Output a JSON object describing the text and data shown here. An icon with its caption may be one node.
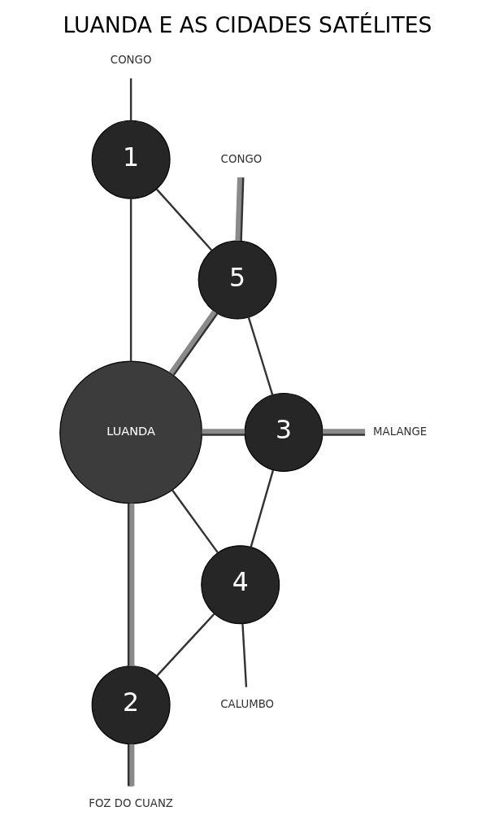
{
  "diagram": {
    "title": "LUANDA E AS CIDADES SATÉLITES",
    "nodes": [
      {
        "text": [
          "CONGO"
        ]
      },
      {
        "text": [
          "1"
        ]
      },
      {
        "text": [
          "CONGO"
        ]
      },
      {
        "text": [
          "5"
        ]
      },
      {
        "text": [
          "LUANDA"
        ]
      },
      {
        "text": [
          "3"
        ]
      },
      {
        "text": [
          "MALANGE"
        ]
      },
      {
        "text": [
          "4"
        ]
      },
      {
        "text": [
          "2"
        ]
      },
      {
        "text": [
          "CALUMBO"
        ]
      },
      {
        "text": [
          "FOZ DO CUANZ"
        ]
      }
    ],
    "edges": [
      {
        "from": 0,
        "to": 1,
        "arrow": "none"
      },
      {
        "from": 1,
        "to": 4,
        "arrow": "none"
      },
      {
        "from": 1,
        "to": 3,
        "arrow": "none"
      },
      {
        "from": 3,
        "to": 2,
        "arrow": "none",
        "style": "thick"
      },
      {
        "from": 4,
        "to": 3,
        "arrow": "none",
        "style": "thick"
      },
      {
        "from": 3,
        "to": 5,
        "arrow": "none"
      },
      {
        "from": 4,
        "to": 5,
        "arrow": "none",
        "style": "thick"
      },
      {
        "from": 5,
        "to": 6,
        "arrow": "none",
        "style": "thick"
      },
      {
        "from": 5,
        "to": 7,
        "arrow": "none"
      },
      {
        "from": 4,
        "to": 7,
        "arrow": "none"
      },
      {
        "from": 7,
        "to": 9,
        "arrow": "none"
      },
      {
        "from": 4,
        "to": 8,
        "arrow": "none",
        "style": "thick"
      },
      {
        "from": 7,
        "to": 8,
        "arrow": "none"
      },
      {
        "from": 8,
        "to": 10,
        "arrow": "none",
        "style": "thick"
      }
    ]
  }
}
